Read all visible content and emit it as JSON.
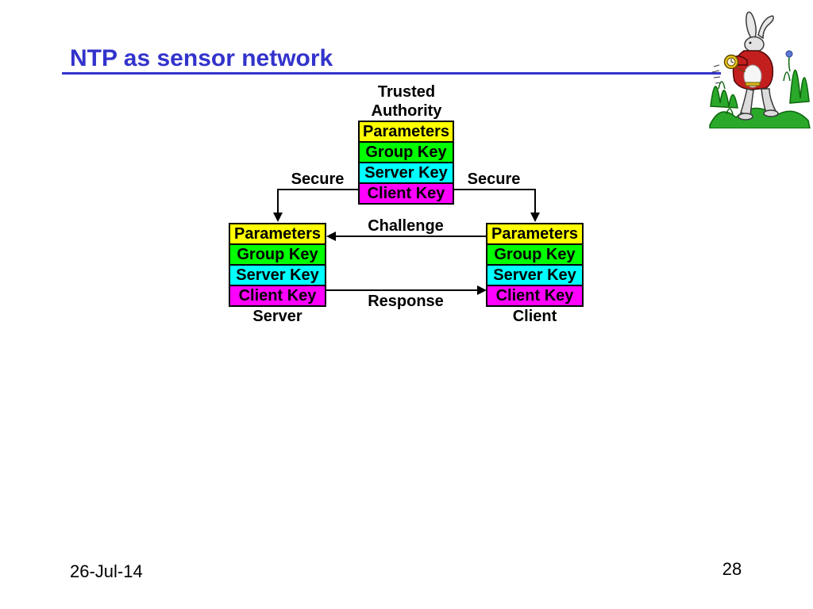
{
  "slide": {
    "title": "NTP as sensor network",
    "footer": {
      "date": "26-Jul-14",
      "page_number": "28"
    }
  },
  "diagram": {
    "authority": {
      "title_line1": "Trusted",
      "title_line2": "Authority",
      "rows": [
        "Parameters",
        "Group Key",
        "Server Key",
        "Client Key"
      ]
    },
    "server": {
      "caption": "Server",
      "rows": [
        "Parameters",
        "Group Key",
        "Server Key",
        "Client Key"
      ]
    },
    "client": {
      "caption": "Client",
      "rows": [
        "Parameters",
        "Group Key",
        "Server Key",
        "Client Key"
      ]
    },
    "edges": {
      "secure_left": "Secure",
      "secure_right": "Secure",
      "challenge": "Challenge",
      "response": "Response"
    }
  },
  "colors": {
    "title_blue": "#3333CC",
    "row_fills": [
      "#FFFF00",
      "#00FF00",
      "#00FFFF",
      "#FF00FF"
    ],
    "arrow_black": "#000000"
  },
  "icons": {
    "rabbit": "white-rabbit-with-pocket-watch"
  }
}
